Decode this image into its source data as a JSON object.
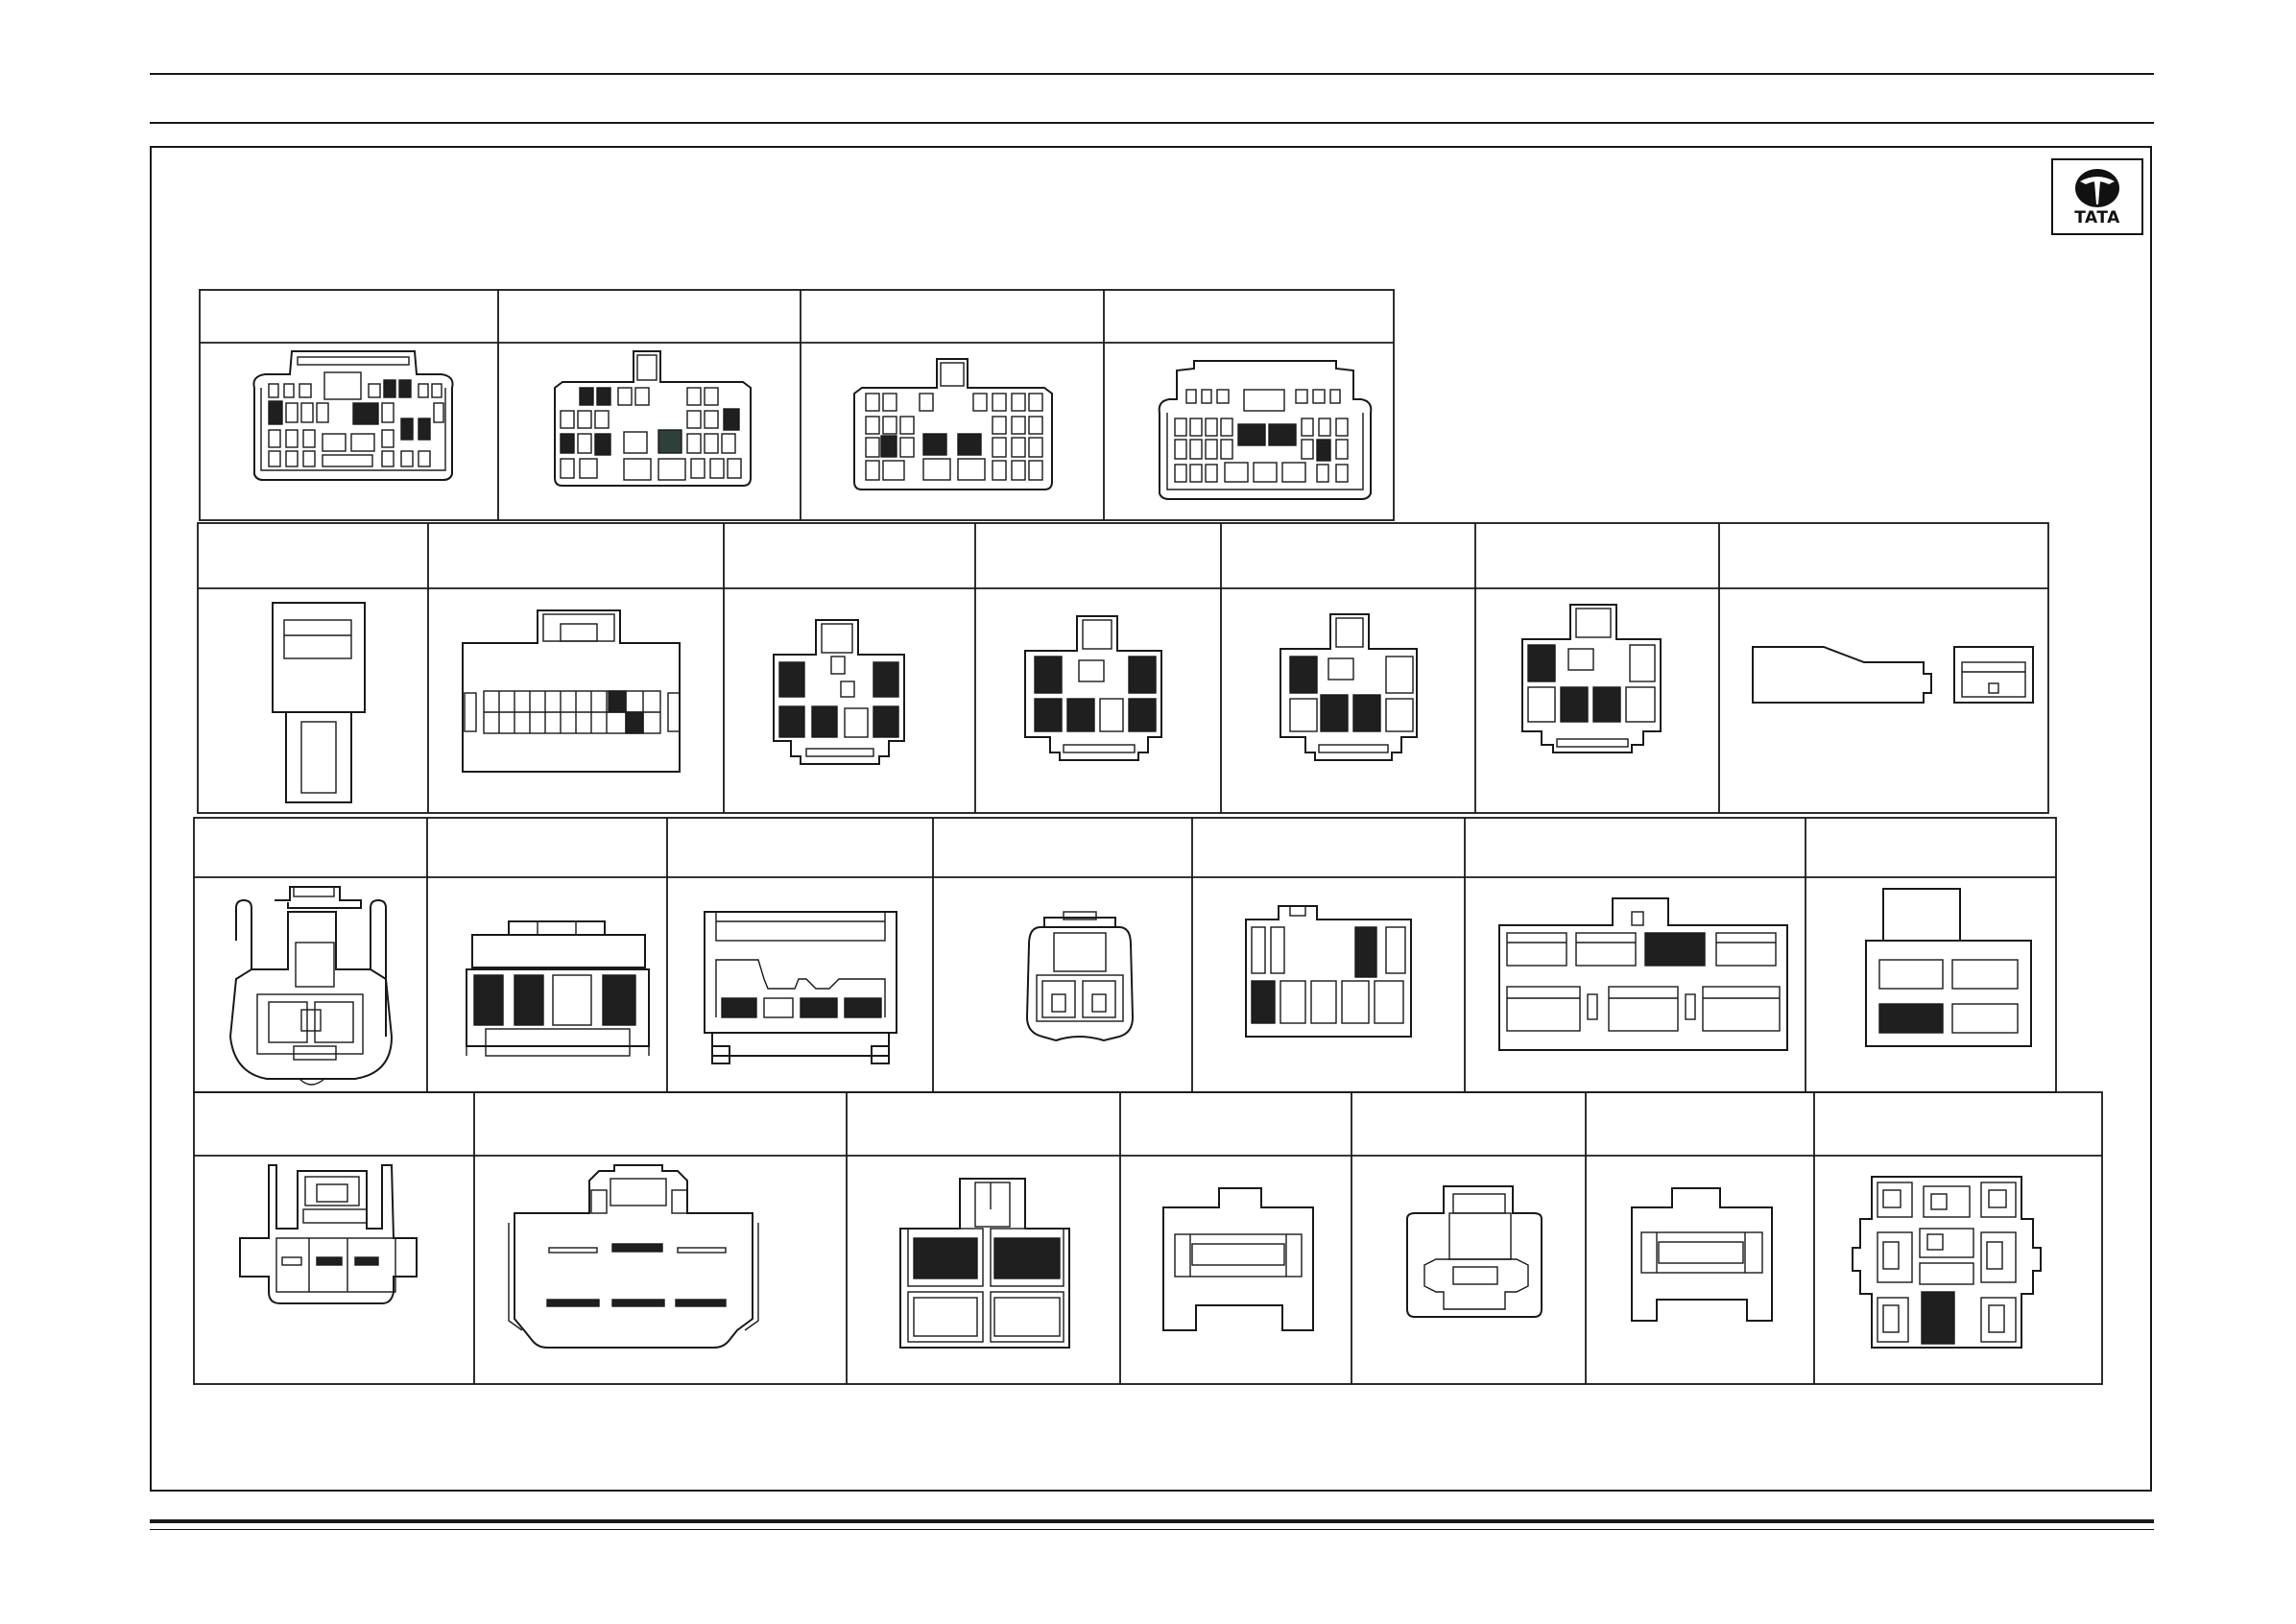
{
  "brand": {
    "logo_text": "TATA"
  },
  "connector_table": {
    "rows": [
      {
        "row": 1,
        "cells": [
          {
            "header": "",
            "connector": "connector-12pin-locking-housing"
          },
          {
            "header": "",
            "connector": "connector-18cav-center-latch"
          },
          {
            "header": "",
            "connector": "connector-18cav-center-latch-b"
          },
          {
            "header": "",
            "connector": "connector-12pin-locking-housing-b"
          }
        ]
      },
      {
        "row": 2,
        "cells": [
          {
            "header": "",
            "connector": "connector-single-blade"
          },
          {
            "header": "",
            "connector": "connector-20cav-wide"
          },
          {
            "header": "",
            "connector": "connector-6pin-latch-a"
          },
          {
            "header": "",
            "connector": "connector-6pin-latch-b"
          },
          {
            "header": "",
            "connector": "connector-6pin-latch-c"
          },
          {
            "header": "",
            "connector": "connector-6pin-latch-d"
          },
          {
            "header": "",
            "connector": "connector-flat-terminal"
          }
        ]
      },
      {
        "row": 3,
        "cells": [
          {
            "header": "",
            "connector": "connector-2pin-sensor"
          },
          {
            "header": "",
            "connector": "connector-3pin-rail"
          },
          {
            "header": "",
            "connector": "connector-4pin-rail"
          },
          {
            "header": "",
            "connector": "connector-2pin-small"
          },
          {
            "header": "",
            "connector": "connector-8pin-mixed"
          },
          {
            "header": "",
            "connector": "connector-7cav-wide"
          },
          {
            "header": "",
            "connector": "connector-4cav-box"
          }
        ]
      },
      {
        "row": 4,
        "cells": [
          {
            "header": "",
            "connector": "connector-3pin-latch"
          },
          {
            "header": "",
            "connector": "connector-6pin-blade"
          },
          {
            "header": "",
            "connector": "connector-4cav-2pin"
          },
          {
            "header": "",
            "connector": "connector-1pin-housing-a"
          },
          {
            "header": "",
            "connector": "connector-1pin-housing-b"
          },
          {
            "header": "",
            "connector": "connector-1pin-housing-c"
          },
          {
            "header": "",
            "connector": "connector-relay-socket"
          }
        ]
      }
    ]
  },
  "colors": {
    "line": "#1a1a1a",
    "fill_dark": "#1f1f1f",
    "fill_green": "#2f3f3a",
    "background": "#ffffff"
  }
}
